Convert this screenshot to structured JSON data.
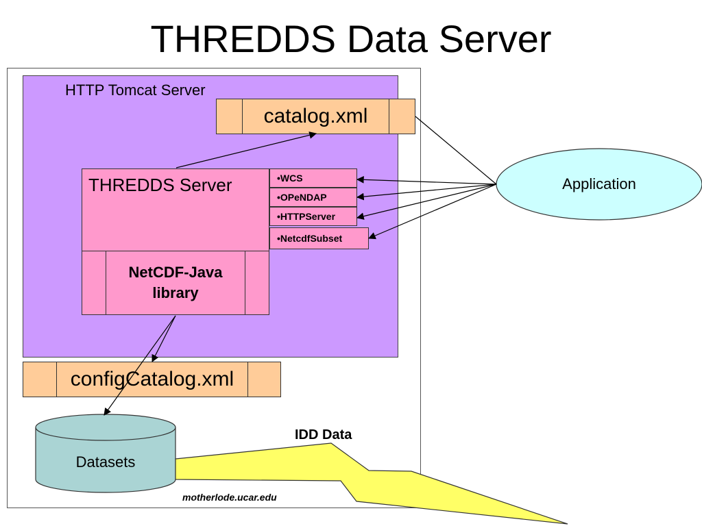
{
  "title": "THREDDS Data Server",
  "tomcat": {
    "label": "HTTP Tomcat Server"
  },
  "catalog": {
    "label": "catalog.xml"
  },
  "config_catalog": {
    "label": "configCatalog.xml"
  },
  "thredds_server": {
    "label": "THREDDS Server"
  },
  "netcdf_java": {
    "line1": "NetCDF-Java",
    "line2": "library"
  },
  "services": [
    "•WCS",
    "•OPeNDAP",
    "•HTTPServer",
    "•NetcdfSubset"
  ],
  "application": {
    "label": "Application"
  },
  "datasets": {
    "label": "Datasets"
  },
  "idd": {
    "label": "IDD Data"
  },
  "host": {
    "label": "motherlode.ucar.edu"
  },
  "colors": {
    "tomcat": "#cc99ff",
    "xml": "#ffcc99",
    "thredds": "#ff99cc",
    "application": "#ccffff",
    "datasets": "#aad4d4",
    "lightning": "#ffff66"
  }
}
